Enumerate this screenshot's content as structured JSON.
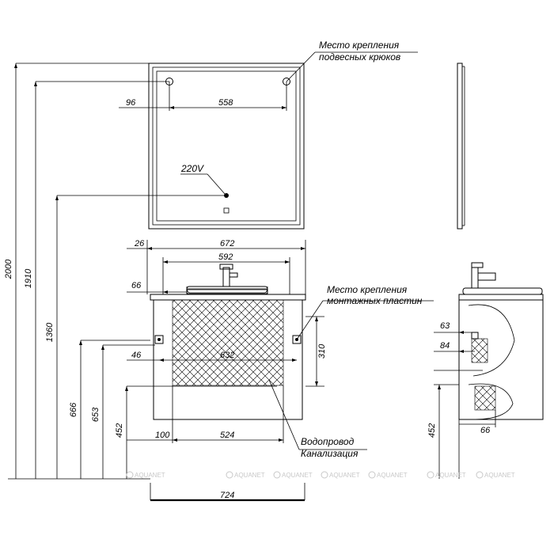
{
  "callouts": {
    "hooks_line1": "Место крепления",
    "hooks_line2": "подвесных крюков",
    "power": "220V",
    "plates_line1": "Место крепления",
    "plates_line2": "монтажных пластин",
    "pipes_line1": "Водопровод",
    "pipes_line2": "Канализация"
  },
  "dimensions": {
    "total_height": "2000",
    "mirror_top": "1910",
    "socket_height": "1360",
    "vanity_top_666": "666",
    "vanity_653": "653",
    "vanity_bottom_452": "452",
    "mirror_side_offset": "96",
    "mirror_hooks_spacing": "558",
    "vanity_side_offset": "26",
    "vanity_width": "672",
    "basin_width": "592",
    "basin_offset": "66",
    "plate_offset": "46",
    "plate_spacing": "632",
    "cabinet_height": "310",
    "pipe_offset": "100",
    "pipe_width": "524",
    "base_width": "724",
    "side_63": "63",
    "side_84": "84",
    "side_66": "66",
    "side_452": "452"
  },
  "watermark": "AQUANET",
  "colors": {
    "line": "#000000",
    "watermark": "#c8c8c8",
    "grid": "#9a9a9a"
  }
}
